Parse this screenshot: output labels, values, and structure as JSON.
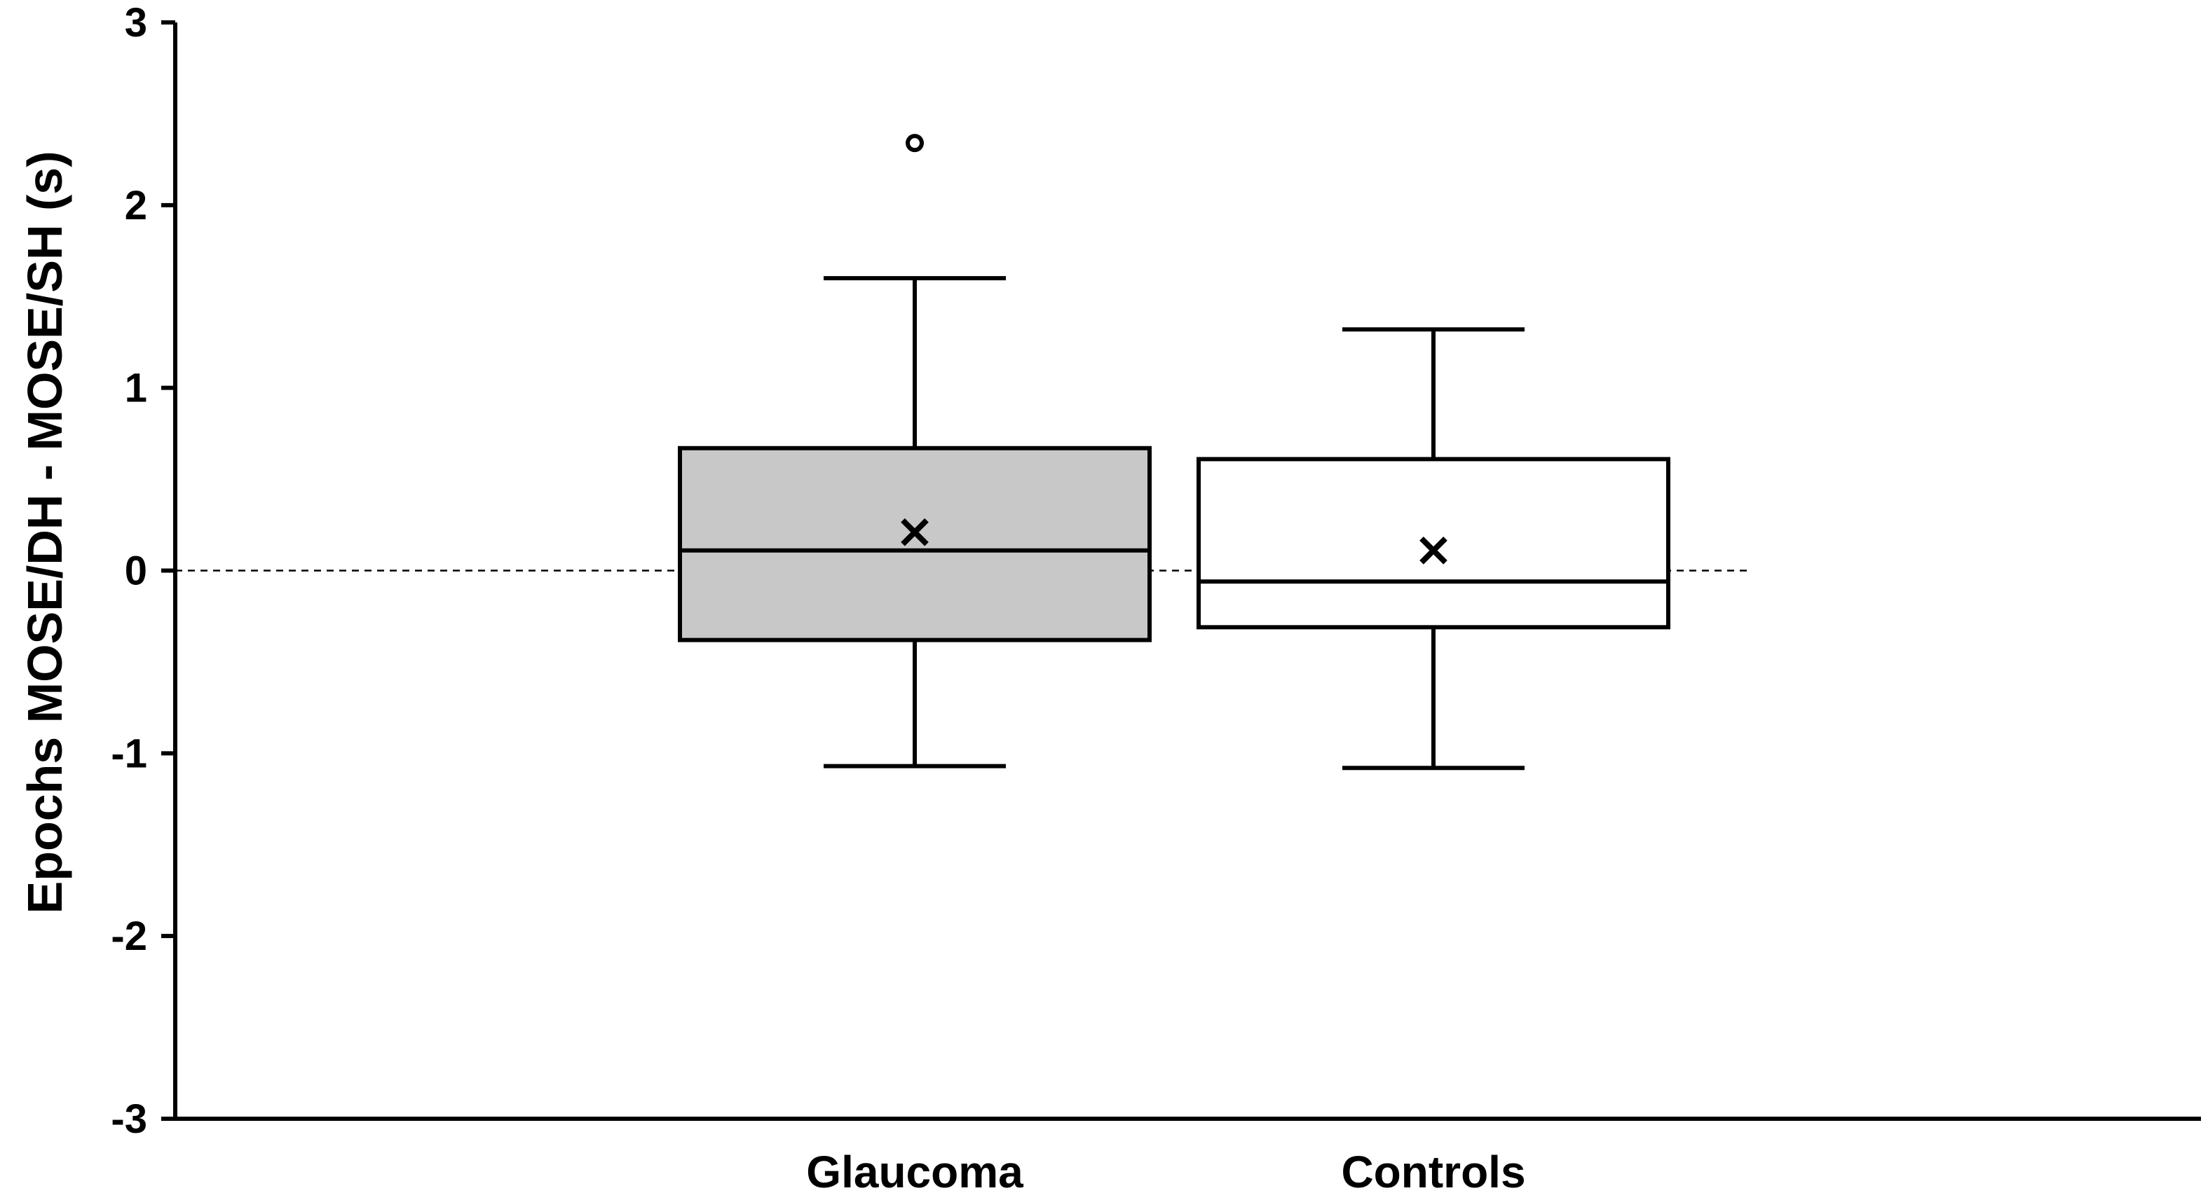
{
  "chart_data": {
    "type": "box",
    "title": "",
    "xlabel": "",
    "ylabel": "Epochs MOSE/DH - MOSE/SH (s)",
    "ylim": [
      -3,
      3
    ],
    "yticks": [
      "3",
      "2",
      "1",
      "0",
      "-1",
      "-2",
      "-3"
    ],
    "ytick_values": [
      3,
      2,
      1,
      0,
      -1,
      -2,
      -3
    ],
    "reference_line": {
      "y": 0,
      "style": "dashed"
    },
    "grid": false,
    "legend": "none",
    "categories": [
      "Glaucoma",
      "Controls"
    ],
    "boxes": [
      {
        "category": "Glaucoma",
        "whisker_low": -1.07,
        "q1": -0.38,
        "median": 0.11,
        "q3": 0.67,
        "whisker_high": 1.6,
        "mean": 0.21,
        "outliers": [
          2.34
        ],
        "fill": "#c8c8c8"
      },
      {
        "category": "Controls",
        "whisker_low": -1.08,
        "q1": -0.31,
        "median": -0.06,
        "q3": 0.61,
        "whisker_high": 1.32,
        "mean": 0.11,
        "outliers": [],
        "fill": "#ffffff"
      }
    ]
  }
}
